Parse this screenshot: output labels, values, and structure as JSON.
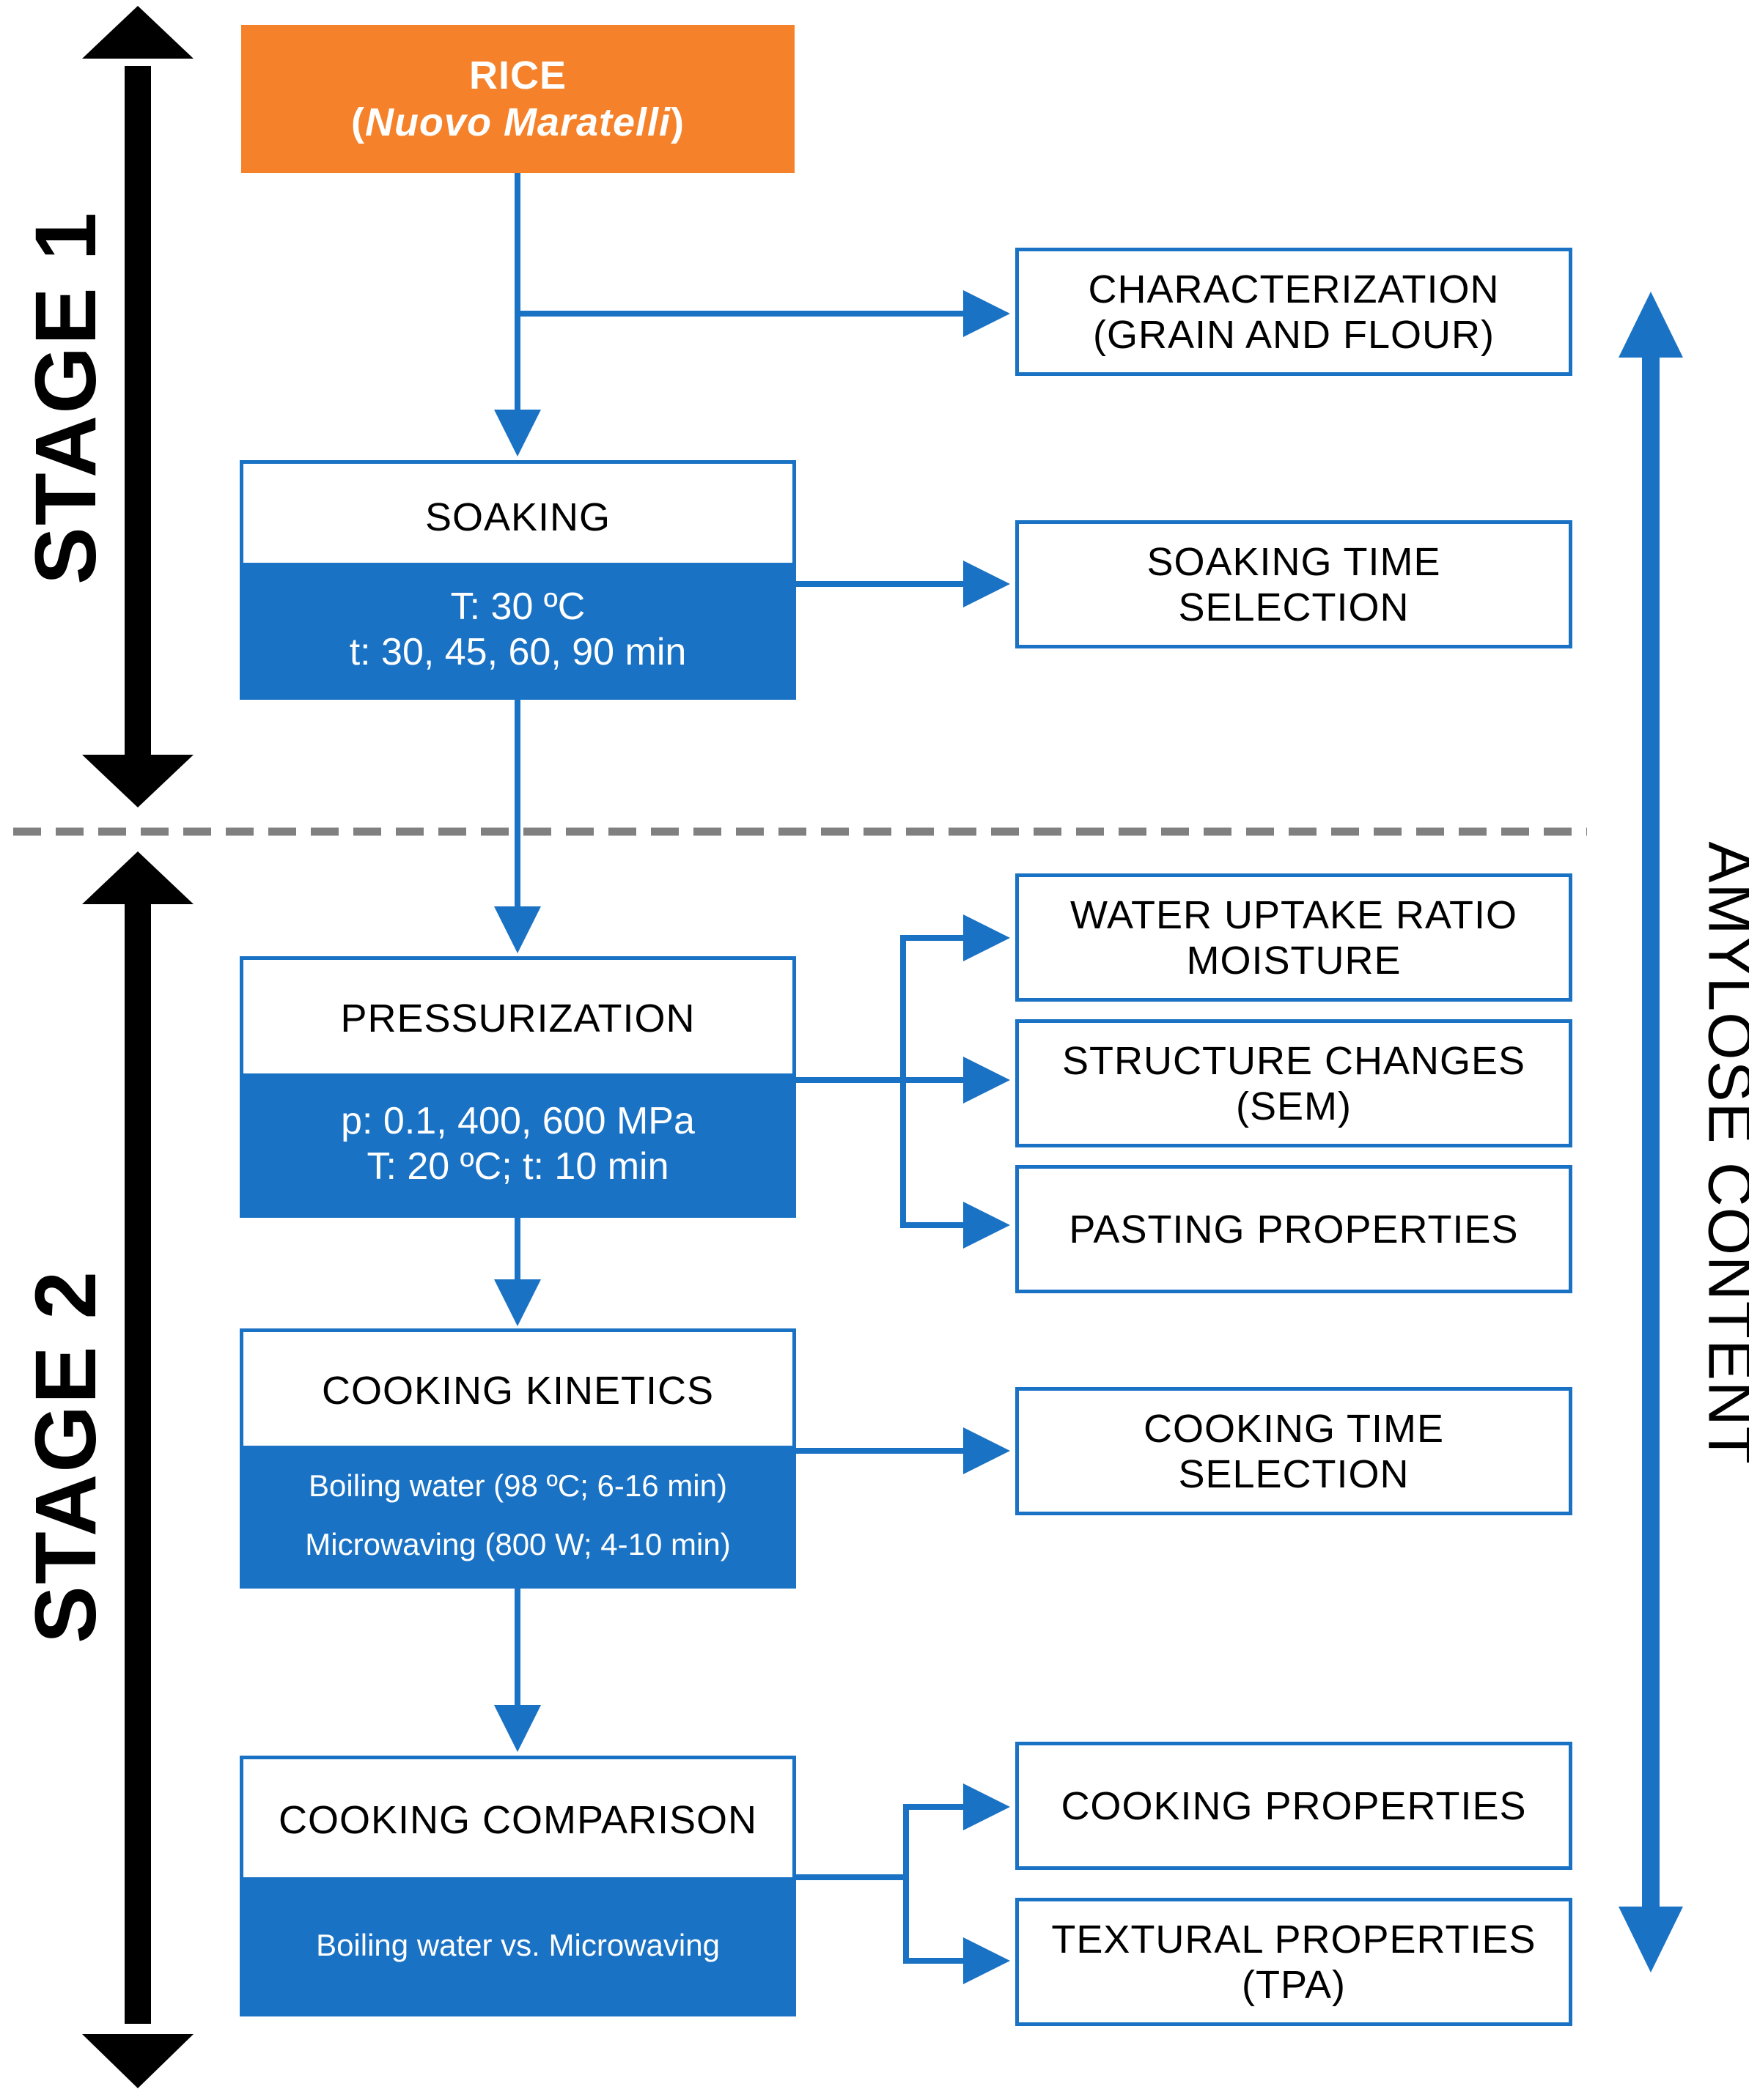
{
  "stages": {
    "stage1": "STAGE 1",
    "stage2": "STAGE 2"
  },
  "side_label": "AMYLOSE CONTENT",
  "rice": {
    "title": "RICE",
    "variety": "Nuovo Maratelli"
  },
  "processes": {
    "soaking": {
      "title": "SOAKING",
      "lines": [
        "T: 30 ºC",
        "t: 30, 45, 60, 90 min"
      ]
    },
    "pressurization": {
      "title": "PRESSURIZATION",
      "lines": [
        "p: 0.1, 400, 600 MPa",
        "T: 20 ºC; t: 10 min"
      ]
    },
    "cooking_kinetics": {
      "title": "COOKING KINETICS",
      "lines": [
        "Boiling water (98 ºC; 6-16 min)",
        "Microwaving (800 W; 4-10 min)"
      ]
    },
    "cooking_comparison": {
      "title": "COOKING COMPARISON",
      "lines": [
        "Boiling water vs. Microwaving"
      ]
    }
  },
  "outputs": {
    "characterization": [
      "CHARACTERIZATION",
      "(GRAIN AND FLOUR)"
    ],
    "soaking_time": [
      "SOAKING TIME",
      "SELECTION"
    ],
    "water_uptake": [
      "WATER UPTAKE RATIO",
      "MOISTURE"
    ],
    "structure": [
      "STRUCTURE CHANGES",
      "(SEM)"
    ],
    "pasting": [
      "PASTING PROPERTIES"
    ],
    "cooking_time": [
      "COOKING TIME",
      "SELECTION"
    ],
    "cooking_properties": [
      "COOKING PROPERTIES"
    ],
    "textural": [
      "TEXTURAL PROPERTIES",
      "(TPA)"
    ]
  },
  "colors": {
    "blue": "#1a72c4",
    "orange": "#f5822a",
    "black": "#000000",
    "dash": "#808080"
  }
}
